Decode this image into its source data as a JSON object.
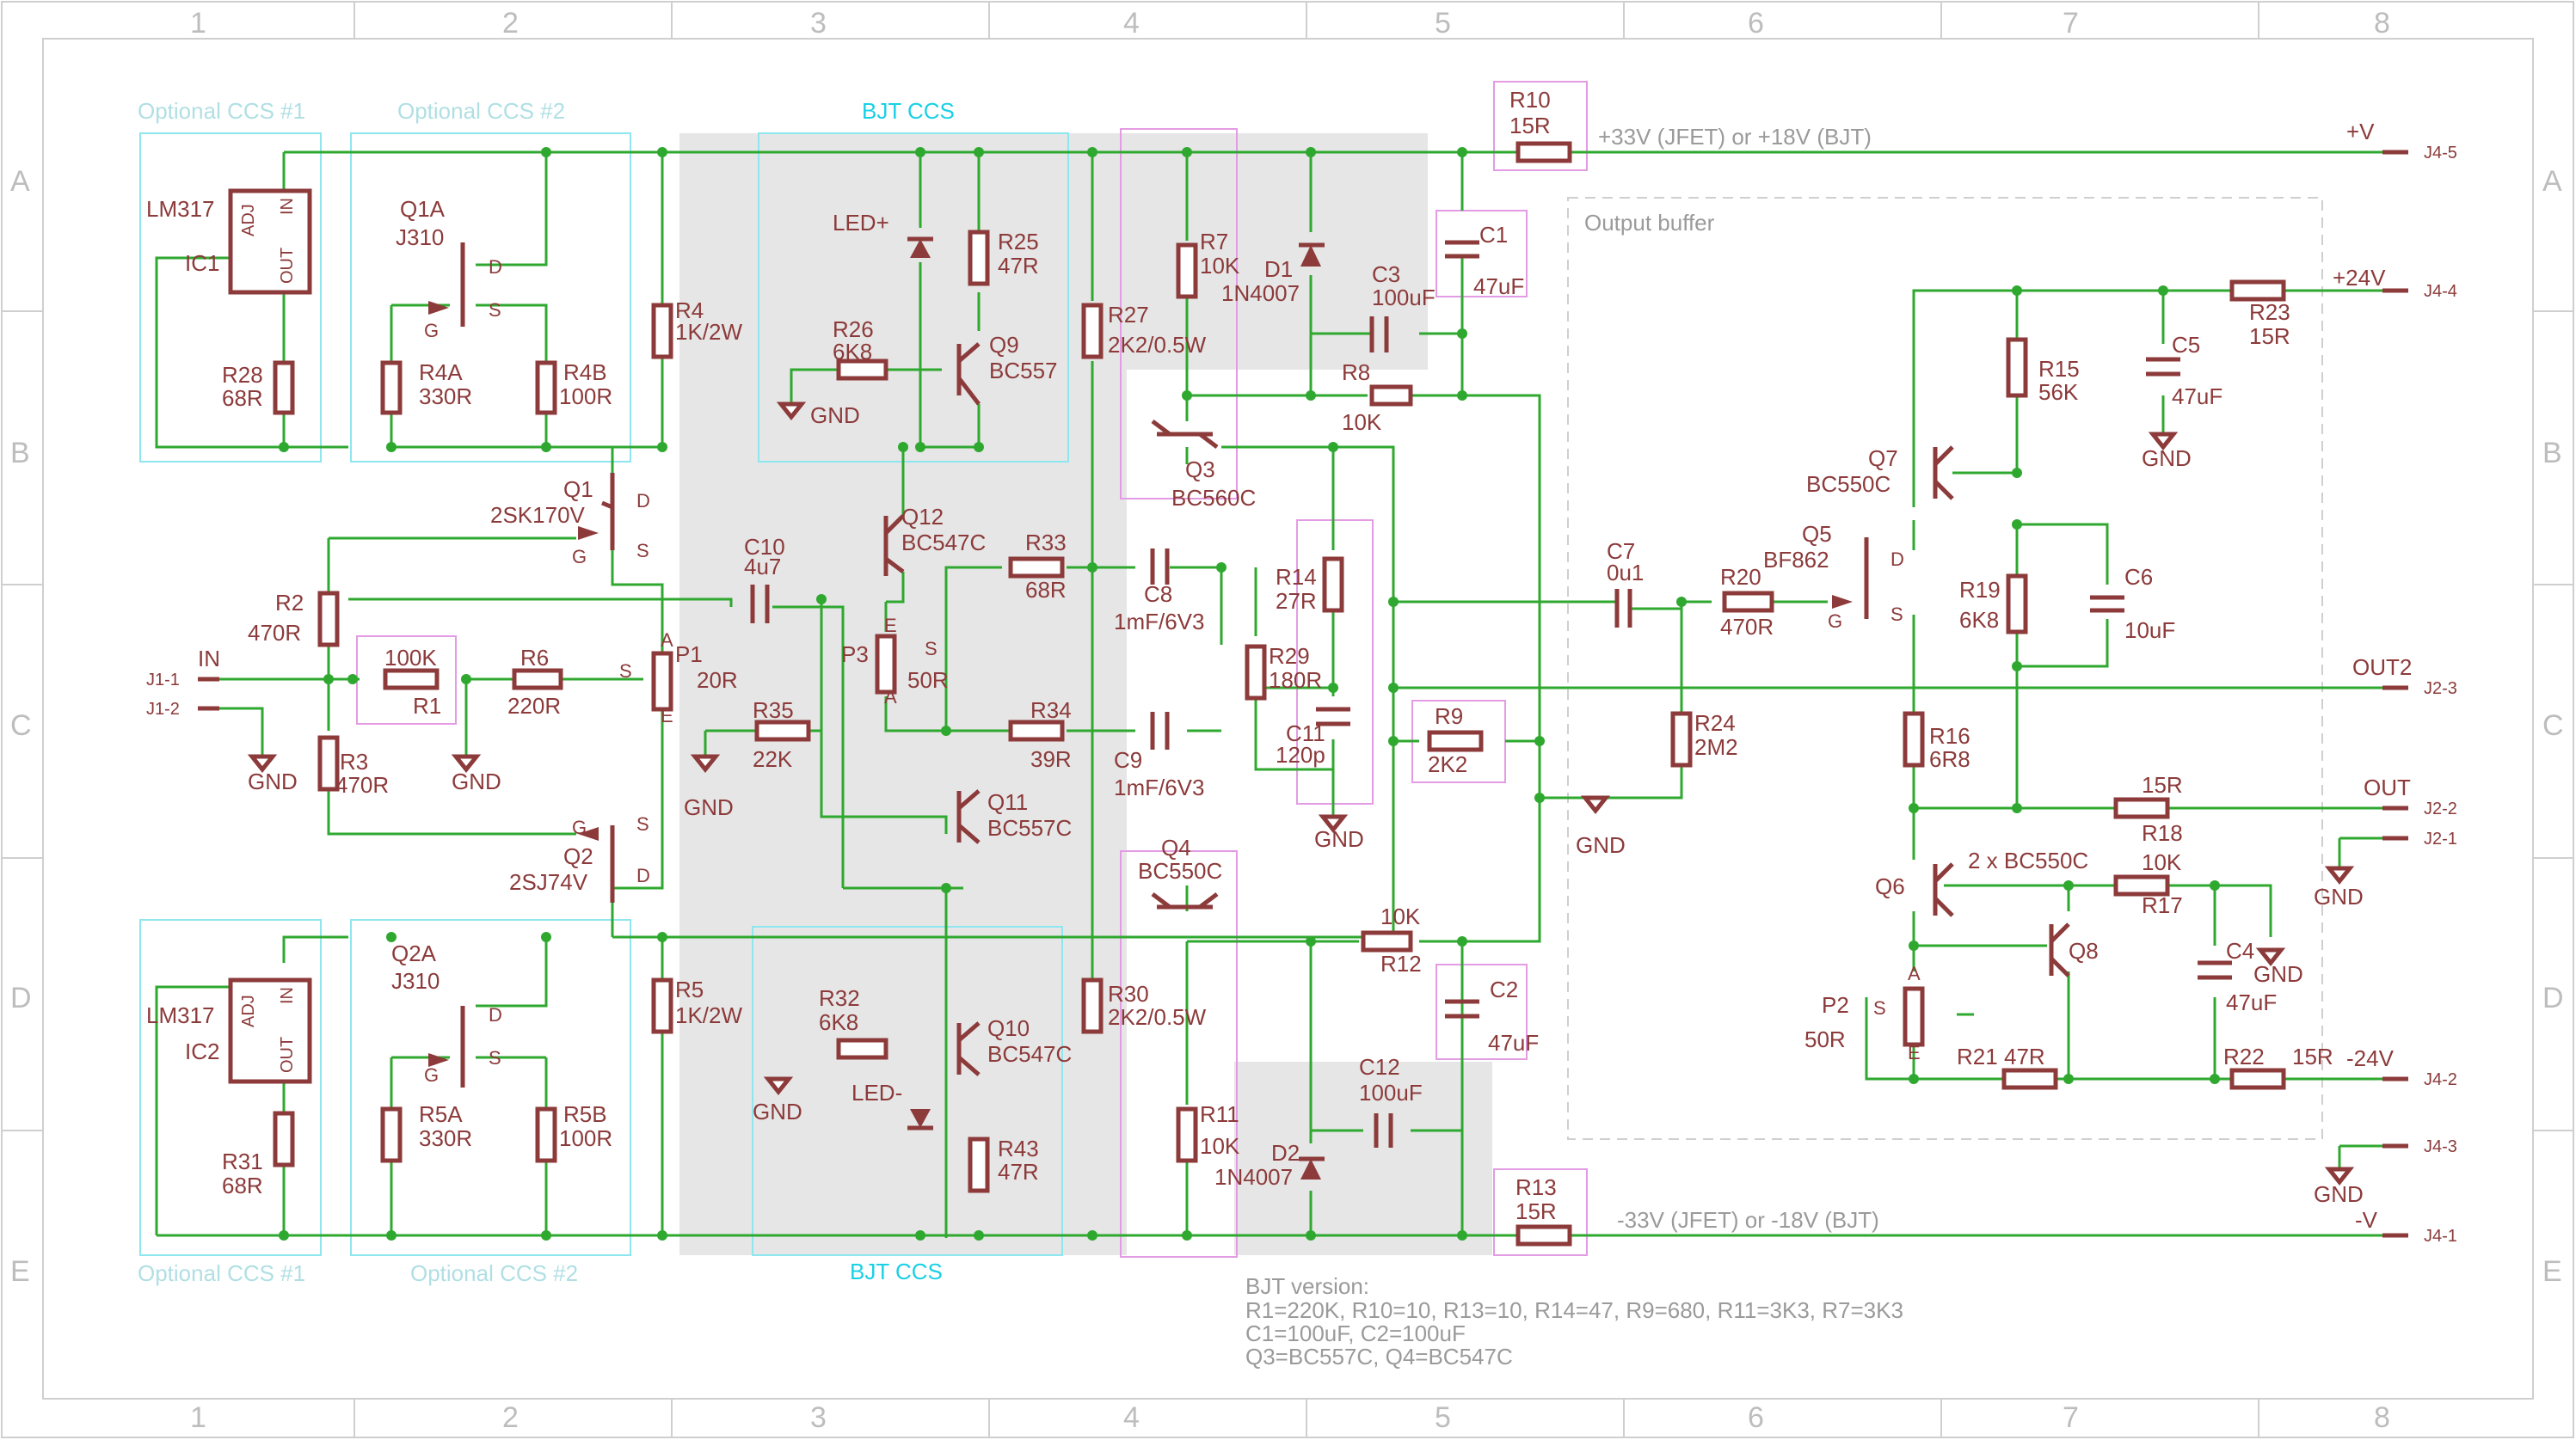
{
  "grid": {
    "columns": [
      "1",
      "2",
      "3",
      "4",
      "5",
      "6",
      "7",
      "8"
    ],
    "rows": [
      "A",
      "B",
      "C",
      "D",
      "E"
    ]
  },
  "blocks": {
    "optional_ccs_1": "Optional CCS #1",
    "optional_ccs_2": "Optional CCS #2",
    "bjt_ccs": "BJT CCS",
    "output_buffer": "Output buffer"
  },
  "rails": {
    "pos_supply": "+33V (JFET) or +18V (BJT)",
    "neg_supply": "-33V (JFET) or -18V (BJT)",
    "plus_v": "+V",
    "minus_v": "-V",
    "plus_24": "+24V",
    "minus_24": "-24V",
    "out": "OUT",
    "out2": "OUT2",
    "in": "IN",
    "gnd": "GND"
  },
  "connectors": {
    "j4_5": "J4-5",
    "j4_4": "J4-4",
    "j4_2": "J4-2",
    "j4_3": "J4-3",
    "j4_1": "J4-1",
    "j2_3": "J2-3",
    "j2_2": "J2-2",
    "j2_1": "J2-1",
    "j1_1": "J1-1",
    "j1_2": "J1-2"
  },
  "pins": {
    "adj": "ADJ",
    "out": "OUT",
    "in": "IN",
    "d": "D",
    "s": "S",
    "g": "G",
    "a": "A",
    "e": "E"
  },
  "parts": {
    "IC1": [
      "LM317",
      "IC1"
    ],
    "IC2": [
      "LM317",
      "IC2"
    ],
    "Q1A": [
      "Q1A",
      "J310"
    ],
    "Q2A": [
      "Q2A",
      "J310"
    ],
    "R4A": [
      "R4A",
      "330R"
    ],
    "R4B": [
      "R4B",
      "100R"
    ],
    "R5A": [
      "R5A",
      "330R"
    ],
    "R5B": [
      "R5B",
      "100R"
    ],
    "R28": [
      "R28",
      "68R"
    ],
    "R31": [
      "R31",
      "68R"
    ],
    "R4": [
      "R4",
      "1K/2W"
    ],
    "R5": [
      "R5",
      "1K/2W"
    ],
    "Q1": [
      "Q1",
      "2SK170V"
    ],
    "Q2": [
      "Q2",
      "2SJ74V"
    ],
    "R2": [
      "R2",
      "470R"
    ],
    "R3": [
      "R3",
      "470R"
    ],
    "R1": [
      "100K",
      "R1"
    ],
    "R6": [
      "R6",
      "220R"
    ],
    "P1": [
      "P1",
      "20R"
    ],
    "LED_P": "LED+",
    "LED_N": "LED-",
    "R25": [
      "R25",
      "47R"
    ],
    "R26": [
      "R26",
      "6K8"
    ],
    "Q9": [
      "Q9",
      "BC557"
    ],
    "R32": [
      "R32",
      "6K8"
    ],
    "Q10": [
      "Q10",
      "BC547C"
    ],
    "R43": [
      "R43",
      "47R"
    ],
    "C10": [
      "C10",
      "4u7"
    ],
    "Q12": [
      "Q12",
      "BC547C"
    ],
    "P3": [
      "P3",
      "50R"
    ],
    "R35": [
      "R35",
      "22K"
    ],
    "Q11": [
      "Q11",
      "BC557C"
    ],
    "R33": [
      "R33",
      "68R"
    ],
    "R34": [
      "R34",
      "39R"
    ],
    "R27": [
      "R27",
      "2K2/0.5W"
    ],
    "R30": [
      "R30",
      "2K2/0.5W"
    ],
    "C8": [
      "C8",
      "1mF/6V3"
    ],
    "C9": [
      "C9",
      "1mF/6V3"
    ],
    "R7": [
      "R7",
      "10K"
    ],
    "R11": [
      "R11",
      "10K"
    ],
    "Q3": [
      "Q3",
      "BC560C"
    ],
    "Q4": [
      "Q4",
      "BC550C"
    ],
    "D1": [
      "D1",
      "1N4007"
    ],
    "D2": [
      "D2",
      "1N4007"
    ],
    "C3": [
      "C3",
      "100uF"
    ],
    "C12": [
      "C12",
      "100uF"
    ],
    "C1": [
      "C1",
      "47uF"
    ],
    "C2": [
      "C2",
      "47uF"
    ],
    "R8": [
      "R8",
      "10K"
    ],
    "R12": [
      "10K",
      "R12"
    ],
    "R10": [
      "R10",
      "15R"
    ],
    "R13": [
      "R13",
      "15R"
    ],
    "R14": [
      "R14",
      "27R"
    ],
    "R29": [
      "R29",
      "180R"
    ],
    "C11": [
      "C11",
      "120p"
    ],
    "R9": [
      "R9",
      "2K2"
    ],
    "C7": [
      "C7",
      "0u1"
    ],
    "R20": [
      "R20",
      "470R"
    ],
    "R24": [
      "R24",
      "2M2"
    ],
    "Q5": [
      "Q5",
      "BF862"
    ],
    "Q7": [
      "Q7",
      "BC550C"
    ],
    "R15": [
      "R15",
      "56K"
    ],
    "C5": [
      "C5",
      "47uF"
    ],
    "R23": [
      "R23",
      "15R"
    ],
    "R19": [
      "R19",
      "6K8"
    ],
    "C6": [
      "C6",
      "10uF"
    ],
    "R16": [
      "R16",
      "6R8"
    ],
    "R18": [
      "15R",
      "R18"
    ],
    "Q6": [
      "Q6",
      "2 x BC550C"
    ],
    "Q8": "Q8",
    "R17": [
      "10K",
      "R17"
    ],
    "C4": [
      "C4",
      "47uF"
    ],
    "P2": [
      "P2",
      "50R"
    ],
    "R21": [
      "R21",
      "47R"
    ],
    "R22": [
      "R22",
      "15R"
    ]
  },
  "bjt_notes": [
    "BJT version:",
    "R1=220K, R10=10, R13=10, R14=47, R9=680, R11=3K3, R7=3K3",
    "C1=100uF, C2=100uF",
    "Q3=BC557C, Q4=BC547C"
  ]
}
